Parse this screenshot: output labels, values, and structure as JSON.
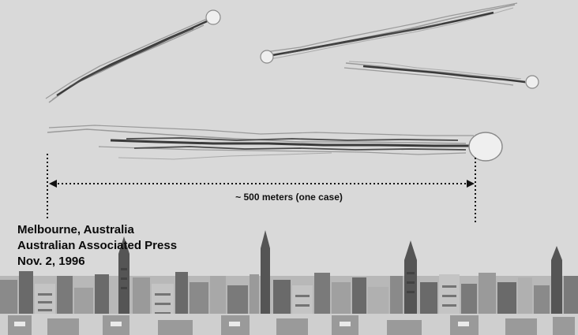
{
  "diagram": {
    "dimension_label": "~ 500 meters (one case)",
    "caption": {
      "location": "Melbourne, Australia",
      "source": "Australian Associated Press",
      "date": "Nov. 2, 1996"
    },
    "colors": {
      "background": "#d9d9d9",
      "streak_outline": "#9a9a9a",
      "streak_core": "#3a3a3a",
      "fireball_fill": "#efefef",
      "city_dark": "#555555",
      "city_mid": "#8a8a8a",
      "city_light": "#c4c4c4"
    }
  }
}
